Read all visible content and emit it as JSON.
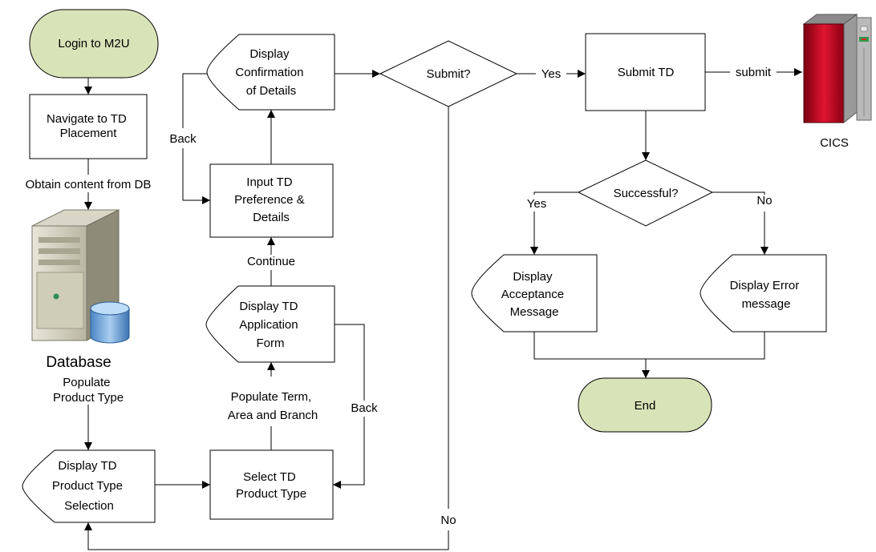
{
  "nodes": {
    "login": "Login to M2U",
    "navigate": [
      "Navigate to TD",
      "Placement"
    ],
    "database": "Database",
    "display_product_type": [
      "Display TD",
      "Product Type",
      "Selection"
    ],
    "select_product_type": [
      "Select TD",
      "Product Type"
    ],
    "display_application_form": [
      "Display TD",
      "Application",
      "Form"
    ],
    "input_preference": [
      "Input TD",
      "Preference &",
      "Details"
    ],
    "display_confirmation": [
      "Display",
      "Confirmation",
      "of Details"
    ],
    "submit_decision": "Submit?",
    "submit_td": "Submit TD",
    "cics": "CICS",
    "successful_decision": "Successful?",
    "display_acceptance": [
      "Display",
      "Acceptance",
      "Message"
    ],
    "display_error": [
      "Display Error",
      "message"
    ],
    "end": "End"
  },
  "edges": {
    "obtain_content": "Obtain content from DB",
    "populate_product_type": [
      "Populate",
      "Product Type"
    ],
    "populate_term": [
      "Populate Term,",
      "Area and Branch"
    ],
    "continue": "Continue",
    "back_form": "Back",
    "back_confirmation": "Back",
    "yes_submit": "Yes",
    "no_submit": "No",
    "submit_cics": "submit",
    "yes_success": "Yes",
    "no_success": "No"
  },
  "colors": {
    "terminator_fill": "#d9e3b8",
    "line": "#000000",
    "server_red": "#c8102e"
  }
}
